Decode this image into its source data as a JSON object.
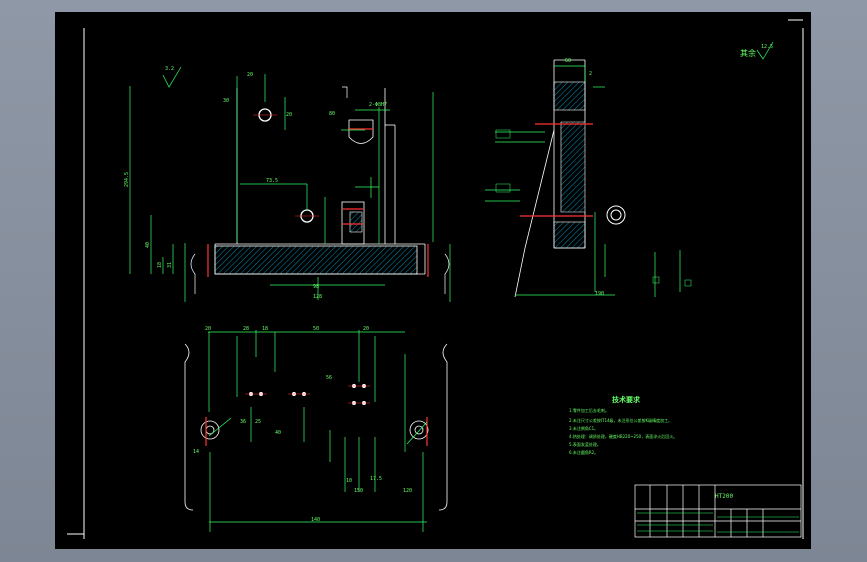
{
  "drawing": {
    "rough_symbol": "12.5",
    "rough_label": "其余",
    "tech_title": "技术要求",
    "tech_items": [
      "1.零件加工后去毛刺。",
      "2.未注尺寸公差按IT14级，未注形位公差按K级精度加工。",
      "3.未注倒角C1。",
      "4.热处理：调质处理，硬度HB220~250，表面淬火后回火。",
      "5.表面发蓝处理。",
      "6.未注圆角R2。"
    ],
    "material": "HT200",
    "surface_mark_1": "3.2",
    "label_phi": "2-Φ8H7",
    "dims": {
      "d20": "20",
      "d30": "30",
      "d20b": "20",
      "d73": "73.5",
      "d294": "294.5",
      "d40": "40",
      "d18": "18",
      "d31": "31",
      "d128": "128",
      "d98": "98",
      "d80": "80",
      "d60": "60",
      "d28": "28",
      "d18b": "18",
      "d10": "10",
      "d17": "17.5",
      "d140": "140",
      "d120": "120",
      "d50": "50",
      "d56": "56",
      "d36": "36",
      "d25": "25",
      "d150": "150",
      "d190": "190",
      "d14": "14",
      "d2": "2"
    }
  }
}
